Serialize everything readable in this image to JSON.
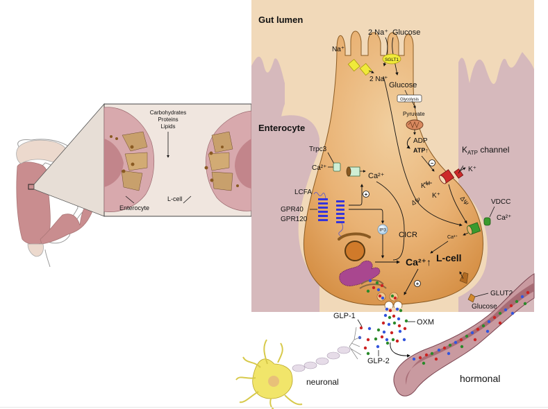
{
  "inset": {
    "nutrients": [
      "Carbohydrates",
      "Proteins",
      "Lipids"
    ],
    "enterocyte_label": "Enterocyte",
    "lcell_label": "L-cell"
  },
  "main": {
    "gut_lumen": "Gut lumen",
    "enterocyte": "Enterocyte",
    "lcell": "L-cell",
    "lumen_na": "2 Na⁺",
    "lumen_glucose": "Glucose",
    "sglt1": "SGLT1",
    "na_in": "Na⁺",
    "intra_na": "2 Na⁺",
    "intra_glucose": "Glucose",
    "glycolysis": "Glycolysis",
    "pyruvate": "Pyruvate",
    "adp": "ADP",
    "atp": "ATP↑",
    "minus": "−",
    "katp": "K",
    "katp_sub": "ATP",
    "katp_channel": " channel",
    "k_out": "K⁺",
    "k_in1": "K⁺",
    "k_in2": "K⁺",
    "delta_psi1": "ΔΨ",
    "delta_psi2": "ΔΨ",
    "trpc3": "Trpc3",
    "ca_trpc_out": "Ca²⁺",
    "ca_trpc_in": "Ca²⁺",
    "lcfa": "LCFA",
    "gpr40": "GPR40",
    "gpr120": "GPR120",
    "plus1": "+",
    "plus2": "+",
    "ip3": "IP3",
    "cicr": "CICR",
    "ca_center": "Ca²⁺↑",
    "ca_vdcc_in": "Ca²⁺",
    "vdcc": "VDCC",
    "ca_vdcc_out": "Ca²⁺",
    "glut2": "GLUT2",
    "glut_glucose": "Glucose",
    "glp1": "GLP-1",
    "glp2": "GLP-2",
    "oxm": "OXM",
    "neuronal": "neuronal",
    "hormonal": "hormonal"
  },
  "colors": {
    "lumen_bg": "#f1d9b9",
    "tissue_pink": "#d6b9bc",
    "lcell_fill": "#e7a35a",
    "lcell_top": "#efcb9c",
    "glp1_dot": "#cc2222",
    "glp2_dot": "#3355dd",
    "oxm_dot": "#2a8a2a"
  }
}
